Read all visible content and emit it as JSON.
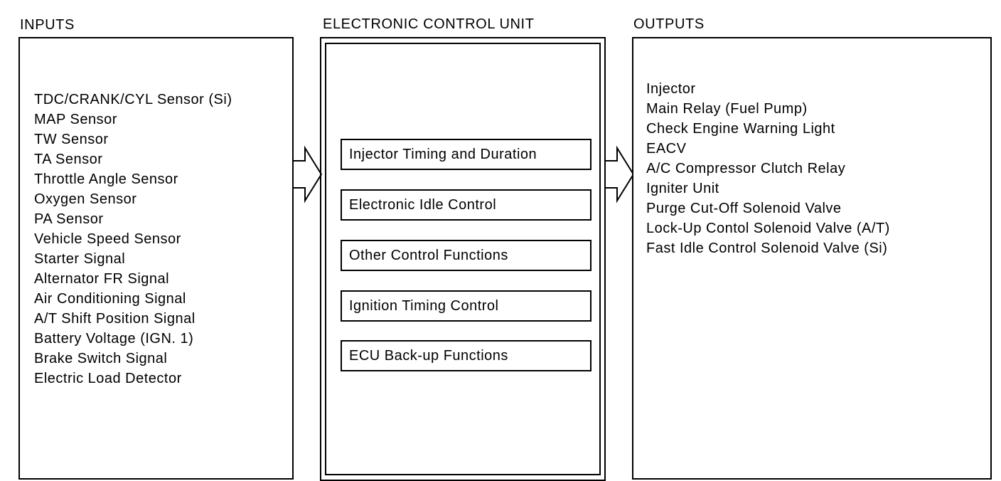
{
  "inputs": {
    "heading": "INPUTS",
    "items": [
      "TDC/CRANK/CYL  Sensor  (Si)",
      "MAP Sensor",
      "TW Sensor",
      "TA Sensor",
      "Throttle Angle Sensor",
      "Oxygen Sensor",
      "PA Sensor",
      "Vehicle Speed Sensor",
      "Starter Signal",
      "Alternator FR Signal",
      "Air Conditioning Signal",
      "A/T Shift Position Signal",
      "Battery Voltage (IGN. 1)",
      "Brake Switch Signal",
      "Electric Load Detector"
    ]
  },
  "ecu": {
    "heading": "ELECTRONIC CONTROL UNIT",
    "functions": [
      "Injector Timing and Duration",
      "Electronic Idle Control",
      "Other Control Functions",
      "Ignition Timing Control",
      "ECU Back-up Functions"
    ]
  },
  "outputs": {
    "heading": "OUTPUTS",
    "items": [
      "Injector",
      "Main Relay (Fuel Pump)",
      "Check Engine  Warning Light",
      "EACV",
      "A/C Compressor Clutch Relay",
      "Igniter Unit",
      "Purge Cut-Off Solenoid Valve",
      "Lock-Up Contol Solenoid Valve (A/T)",
      "Fast Idle Control Solenoid Valve (Si)"
    ]
  }
}
